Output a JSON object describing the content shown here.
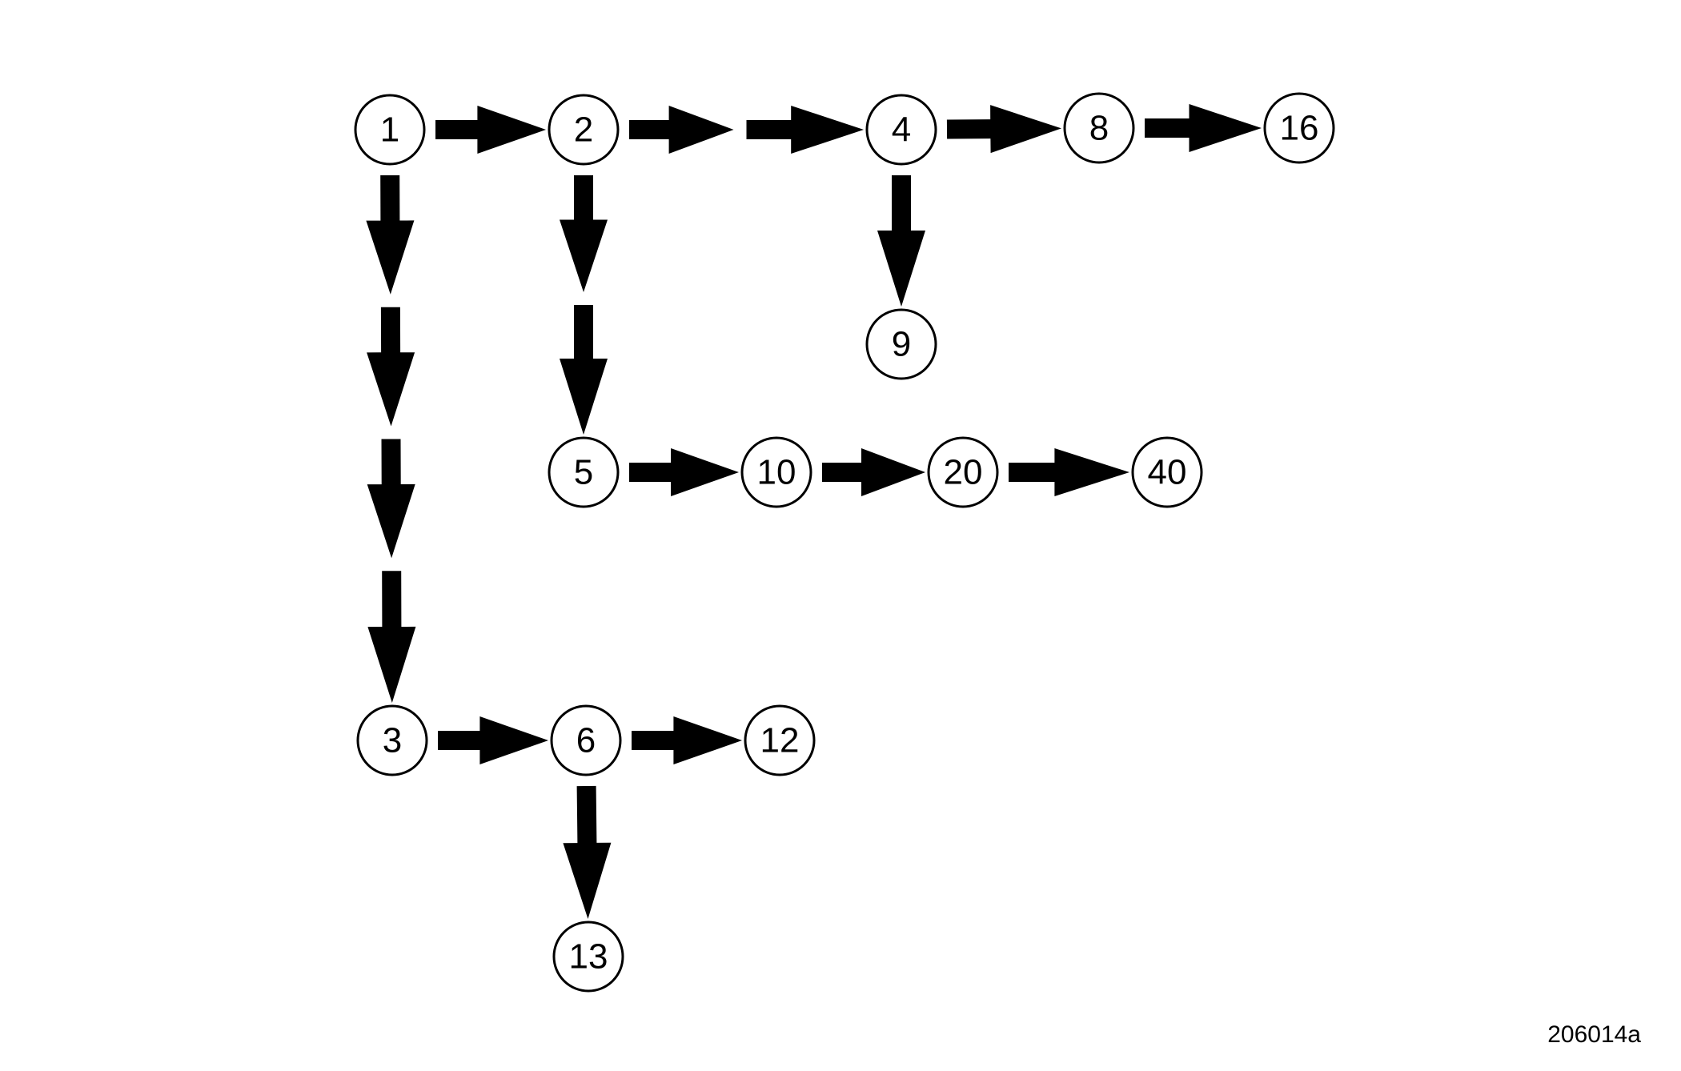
{
  "colors": {
    "stroke": "#000000",
    "fill": "#ffffff",
    "background": "#ffffff"
  },
  "nodes": [
    {
      "id": "n1",
      "label": "1"
    },
    {
      "id": "n2",
      "label": "2"
    },
    {
      "id": "n4",
      "label": "4"
    },
    {
      "id": "n8",
      "label": "8"
    },
    {
      "id": "n16",
      "label": "16"
    },
    {
      "id": "n9",
      "label": "9"
    },
    {
      "id": "n5",
      "label": "5"
    },
    {
      "id": "n10",
      "label": "10"
    },
    {
      "id": "n20",
      "label": "20"
    },
    {
      "id": "n40",
      "label": "40"
    },
    {
      "id": "n3",
      "label": "3"
    },
    {
      "id": "n6",
      "label": "6"
    },
    {
      "id": "n12",
      "label": "12"
    },
    {
      "id": "n13",
      "label": "13"
    }
  ],
  "edges": [
    {
      "from": "n1",
      "to": "n2",
      "arrows": 1
    },
    {
      "from": "n2",
      "to": "n4",
      "arrows": 2
    },
    {
      "from": "n4",
      "to": "n8",
      "arrows": 1
    },
    {
      "from": "n8",
      "to": "n16",
      "arrows": 1
    },
    {
      "from": "n4",
      "to": "n9",
      "arrows": 1
    },
    {
      "from": "n2",
      "to": "n5",
      "arrows": 2
    },
    {
      "from": "n5",
      "to": "n10",
      "arrows": 1
    },
    {
      "from": "n10",
      "to": "n20",
      "arrows": 1
    },
    {
      "from": "n20",
      "to": "n40",
      "arrows": 1
    },
    {
      "from": "n1",
      "to": "n3",
      "arrows": 4
    },
    {
      "from": "n3",
      "to": "n6",
      "arrows": 1
    },
    {
      "from": "n6",
      "to": "n12",
      "arrows": 1
    },
    {
      "from": "n6",
      "to": "n13",
      "arrows": 1
    }
  ],
  "figure_code": "206014a"
}
